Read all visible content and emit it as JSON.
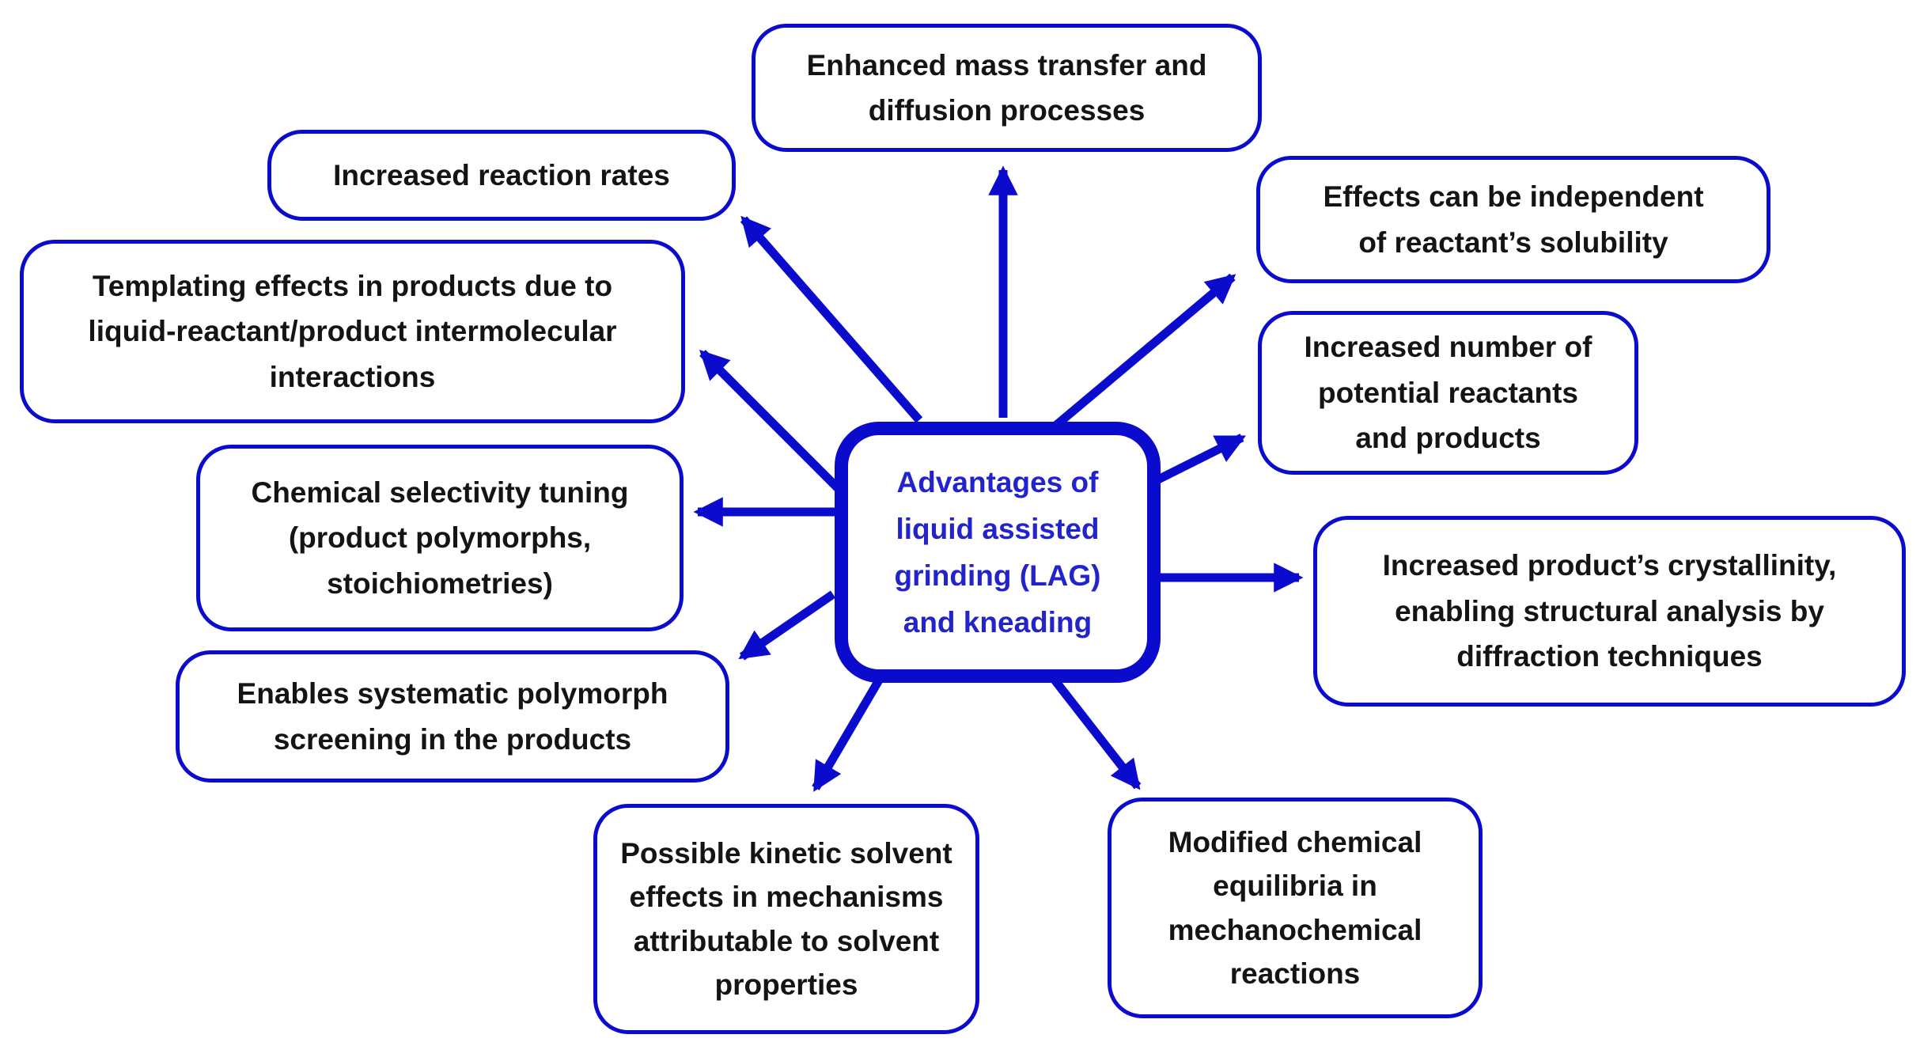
{
  "diagram": {
    "title": "Advantages of liquid assisted grinding (LAG) and kneading",
    "center": {
      "label": "Advantages of\nliquid assisted\ngrinding (LAG)\nand kneading"
    },
    "nodes": {
      "enhanced": {
        "label": "Enhanced mass transfer and\ndiffusion processes"
      },
      "effects": {
        "label": "Effects can be independent\nof reactant’s solubility"
      },
      "number": {
        "label": "Increased number of\npotential reactants\nand products"
      },
      "crystallinity": {
        "label": "Increased product’s crystallinity,\nenabling structural analysis by\ndiffraction techniques"
      },
      "modified": {
        "label": "Modified chemical\nequilibria in\nmechanochemical\nreactions"
      },
      "kinetic": {
        "label": "Possible kinetic solvent\neffects in mechanisms\nattributable to solvent\nproperties"
      },
      "screening": {
        "label": "Enables systematic polymorph\nscreening in the products"
      },
      "selectivity": {
        "label": "Chemical selectivity tuning\n(product polymorphs,\nstoichiometries)"
      },
      "templating": {
        "label": "Templating effects in products due to\nliquid-reactant/product intermolecular\ninteractions"
      },
      "rates": {
        "label": "Increased reaction rates"
      }
    },
    "colors": {
      "accent": "#0b0bcd",
      "center_text": "#2323cb",
      "node_text": "#141414",
      "background": "#ffffff"
    }
  }
}
